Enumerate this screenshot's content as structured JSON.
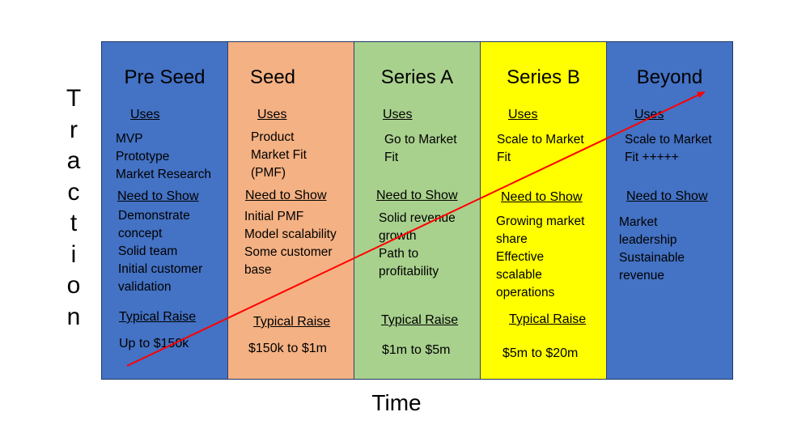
{
  "axes": {
    "y_label_letters": [
      "T",
      "r",
      "a",
      "c",
      "t",
      "i",
      "o",
      "n"
    ],
    "x_label": "Time"
  },
  "colors": {
    "pre_seed": "#4472c4",
    "seed": "#f4b183",
    "series_a": "#a9d18e",
    "series_b": "#ffff00",
    "beyond": "#4472c4",
    "arrow": "#ff0000"
  },
  "stages": [
    {
      "title": "Pre Seed",
      "uses_label": "Uses",
      "uses": [
        "MVP",
        "Prototype",
        "Market Research"
      ],
      "need_label": "Need to Show",
      "need": [
        "Demonstrate",
        "concept",
        "Solid team",
        "Initial customer",
        "validation"
      ],
      "raise_label": "Typical Raise",
      "raise": "Up to $150k"
    },
    {
      "title": "Seed",
      "uses_label": "Uses",
      "uses": [
        "Product",
        "Market Fit",
        "(PMF)"
      ],
      "need_label": "Need to Show",
      "need": [
        "Initial PMF",
        "Model scalability",
        "Some customer",
        "base"
      ],
      "raise_label": "Typical Raise",
      "raise": "$150k to $1m"
    },
    {
      "title": "Series A",
      "uses_label": "Uses",
      "uses": [
        "Go to Market",
        "Fit"
      ],
      "need_label": "Need to Show",
      "need": [
        "Solid revenue",
        "growth",
        "Path to",
        "profitability"
      ],
      "raise_label": "Typical Raise",
      "raise": "$1m to $5m"
    },
    {
      "title": "Series B",
      "uses_label": "Uses",
      "uses": [
        "Scale to Market",
        "Fit"
      ],
      "need_label": "Need to Show",
      "need": [
        "Growing market",
        "share",
        "Effective",
        "scalable",
        "operations"
      ],
      "raise_label": "Typical Raise",
      "raise": "$5m to $20m"
    },
    {
      "title": "Beyond",
      "uses_label": "Uses",
      "uses": [
        "Scale to Market",
        "Fit +++++"
      ],
      "need_label": "Need to Show",
      "need": [
        "Market",
        "leadership",
        "Sustainable",
        "revenue"
      ],
      "raise_label": "",
      "raise": ""
    }
  ]
}
